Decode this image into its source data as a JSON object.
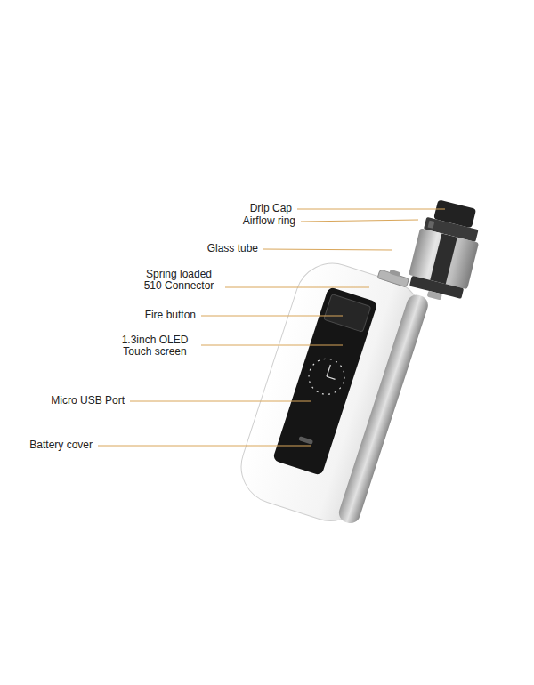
{
  "diagram": {
    "labels": [
      "Drip Cap",
      "Airflow ring",
      "Glass tube",
      "Spring loaded 510 Connector",
      "Fire button",
      "1.3inch OLED Touch screen",
      "Micro USB Port",
      "Battery cover"
    ]
  }
}
